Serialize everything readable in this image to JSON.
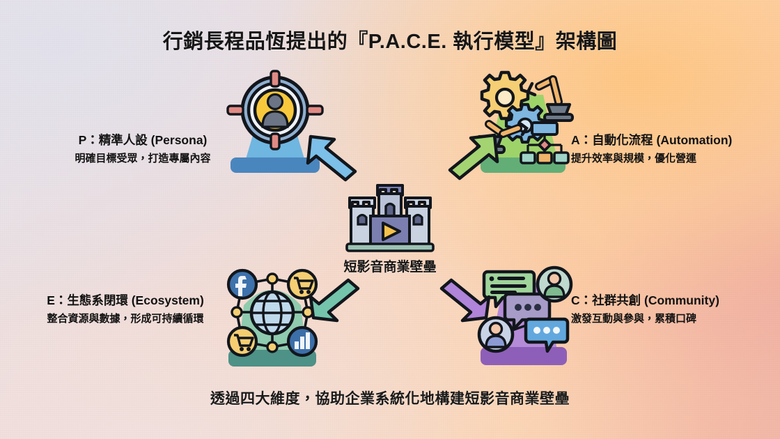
{
  "title": "行銷長程品恆提出的『P.A.C.E. 執行模型』架構圖",
  "footer": "透過四大維度，協助企業系統化地構建短影音商業壁壘",
  "center": {
    "caption": "短影音商業壁壘",
    "icon": "castle-play-icon"
  },
  "quadrants": [
    {
      "key": "persona",
      "letter": "P",
      "title": "P：精準人設 (Persona)",
      "subtitle": "明確目標受眾，打造專屬內容",
      "icon": "target-person-icon",
      "color": "#6FB6E0",
      "pedestal_base": "#4A86BE",
      "arrow": "arrow-up-left",
      "arrow_color": "#7CBFE8"
    },
    {
      "key": "automation",
      "letter": "A",
      "title": "A：自動化流程 (Automation)",
      "subtitle": "提升效率與規模，優化營運",
      "icon": "gears-robot-arm-icon",
      "color": "#9ED36A",
      "pedestal_base": "#63AE77",
      "arrow": "arrow-up-right",
      "arrow_color": "#A4D472"
    },
    {
      "key": "community",
      "letter": "C",
      "title": "C：社群共創 (Community)",
      "subtitle": "激發互動與參與，累積口碑",
      "icon": "speech-bubbles-users-icon",
      "color": "#B48BD6",
      "pedestal_base": "#8E5FB8",
      "arrow": "arrow-down-right",
      "arrow_color": "#B084D8"
    },
    {
      "key": "ecosystem",
      "letter": "E",
      "title": "E：生態系閉環 (Ecosystem)",
      "subtitle": "整合資源與數據，形成可持續循環",
      "icon": "globe-network-icon",
      "color": "#8FCBAE",
      "pedestal_base": "#4E9187",
      "arrow": "arrow-down-left",
      "arrow_color": "#74C4AC"
    }
  ],
  "palette": {
    "outline": "#12161c",
    "gear_yellow": "#F6CE73",
    "gear_blue": "#7EB6E0",
    "robot_orange": "#F0B46A",
    "robot_gray": "#6E7A87",
    "avatar_yellow": "#F8C83C",
    "avatar_gray": "#6B7585",
    "target_blue": "#8FAFD0",
    "target_red": "#E08A84",
    "castle_stone": "#C9D2E0",
    "castle_dark": "#7B7FB0",
    "play_yellow": "#F6C24A",
    "facebook_blue": "#3E72AC",
    "cart_yellow": "#F5CE72",
    "chart_blue": "#3C6FA8",
    "bubble_green": "#9FD49A",
    "bubble_purple": "#A79CC8",
    "bubble_blue": "#62A8DE"
  }
}
